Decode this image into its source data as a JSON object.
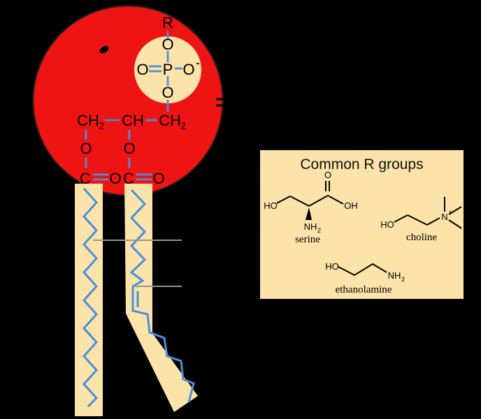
{
  "colors": {
    "background": "#000000",
    "head_red": "#ee1414",
    "tan": "#fbe3a9",
    "bond_blue": "#4a90d9",
    "pointer_gray": "#969696",
    "outline_black": "#1a1a1a"
  },
  "phospholipid": {
    "phosphate_group": {
      "r": "R",
      "o_top": "O",
      "o_left": "O",
      "p": "P",
      "o_right": "O",
      "o_right_charge": "-",
      "o_bottom": "O"
    },
    "glycerol": {
      "c1": "CH",
      "c1_sub": "2",
      "c2": "CH",
      "c3": "CH",
      "c3_sub": "2"
    },
    "ester_left": {
      "o": "O",
      "c": "C",
      "carbonyl_o": "O"
    },
    "ester_right": {
      "o": "O",
      "c": "C",
      "carbonyl_o": "O"
    }
  },
  "r_groups_box": {
    "title": "Common R groups",
    "serine": {
      "ho": "HO",
      "o": "O",
      "oh": "OH",
      "nh": "NH",
      "nh_sub": "2",
      "label": "serine"
    },
    "choline": {
      "ho": "HO",
      "n": "N",
      "n_charge": "+",
      "label": "choline"
    },
    "ethanolamine": {
      "ho": "HO",
      "nh": "NH",
      "nh_sub": "2",
      "label": "ethanolamine"
    }
  }
}
